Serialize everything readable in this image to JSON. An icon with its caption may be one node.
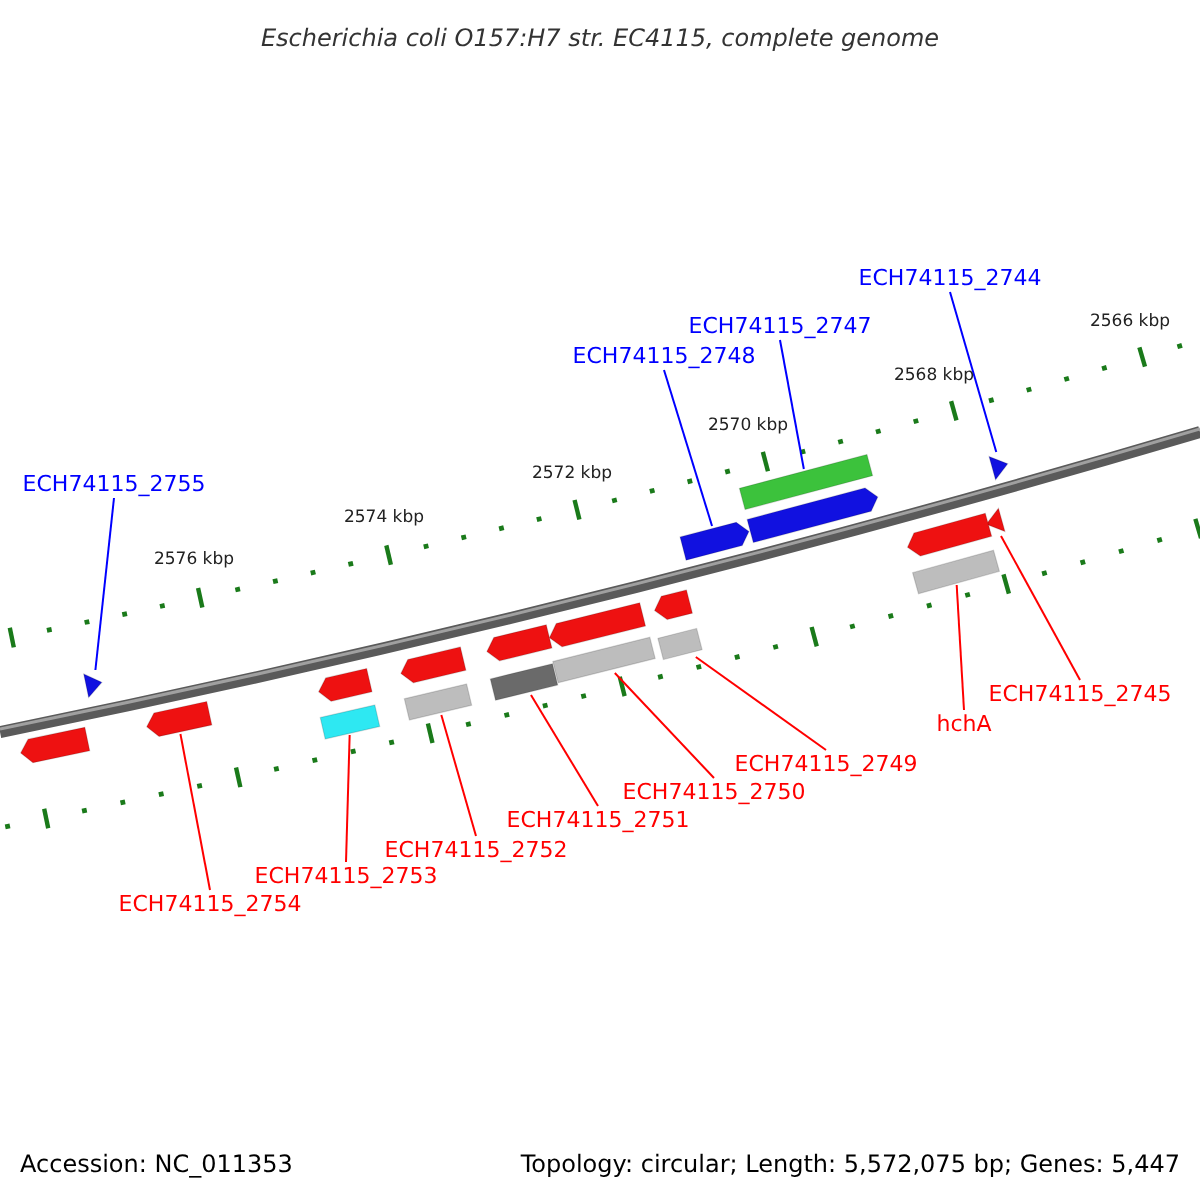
{
  "diagram": {
    "title": "Escherichia coli O157:H7 str. EC4115, complete genome",
    "nodes": [
      {
        "text": [
          "ECH74115_2744"
        ]
      },
      {
        "text": [
          "ECH74115_2747"
        ]
      },
      {
        "text": [
          "ECH74115_2748"
        ]
      },
      {
        "text": [
          "ECH74115_2755"
        ]
      },
      {
        "text": [],
        "shape": "triangle"
      },
      {
        "text": [],
        "shape": "arrow"
      },
      {
        "text": [],
        "shape": "bar"
      },
      {
        "text": [],
        "shape": "triangle"
      },
      {
        "text": [],
        "shape": "arrow"
      },
      {
        "text": [],
        "shape": "bar"
      },
      {
        "text": [],
        "shape": "bar"
      },
      {
        "text": [],
        "shape": "bar"
      },
      {
        "text": [],
        "shape": "bar"
      },
      {
        "text": [],
        "shape": "bar"
      },
      {
        "text": [],
        "shape": "bar"
      },
      {
        "text": [],
        "shape": "triangle"
      },
      {
        "text": [
          "hchA"
        ]
      },
      {
        "text": [
          "ECH74115_2745"
        ]
      },
      {
        "text": [
          "ECH74115_2749"
        ]
      },
      {
        "text": [
          "ECH74115_2750"
        ]
      },
      {
        "text": [
          "ECH74115_2751"
        ]
      },
      {
        "text": [
          "ECH74115_2752"
        ]
      },
      {
        "text": [
          "ECH74115_2753"
        ]
      },
      {
        "text": [
          "ECH74115_2754"
        ]
      },
      {
        "text": [],
        "shape": "arrow"
      },
      {
        "text": [],
        "shape": "arrow"
      },
      {
        "text": [],
        "shape": "arrow"
      },
      {
        "text": [],
        "shape": "arrow"
      },
      {
        "text": [],
        "shape": "arrow"
      },
      {
        "text": [],
        "shape": "arrow"
      },
      {
        "text": [],
        "shape": "arrow"
      },
      {
        "text": [],
        "shape": "arrow"
      }
    ],
    "edges": [
      {
        "from": 0,
        "to": 7,
        "arrow": "none",
        "color": "#0000ff"
      },
      {
        "from": 1,
        "to": 6,
        "arrow": "none",
        "color": "#0000ff"
      },
      {
        "from": 2,
        "to": 5,
        "arrow": "none",
        "color": "#0000ff"
      },
      {
        "from": 3,
        "to": 4,
        "arrow": "none",
        "color": "#0000ff"
      },
      {
        "from": 16,
        "to": 14,
        "arrow": "none"
      },
      {
        "from": 17,
        "to": 15,
        "arrow": "none"
      },
      {
        "from": 18,
        "to": 13,
        "arrow": "none"
      },
      {
        "from": 19,
        "to": 12,
        "arrow": "none"
      },
      {
        "from": 20,
        "to": 11,
        "arrow": "none"
      },
      {
        "from": 21,
        "to": 10,
        "arrow": "none"
      },
      {
        "from": 22,
        "to": 9,
        "arrow": "none"
      },
      {
        "from": 23,
        "to": 8,
        "arrow": "none"
      }
    ],
    "labels": [
      "2566 kbp",
      "2568 kbp",
      "2570 kbp",
      "2572 kbp",
      "2574 kbp",
      "2576 kbp",
      "Accession: NC_011353",
      "Topology: circular; Length: 5,572,075 bp; Genes: 5,447"
    ]
  }
}
